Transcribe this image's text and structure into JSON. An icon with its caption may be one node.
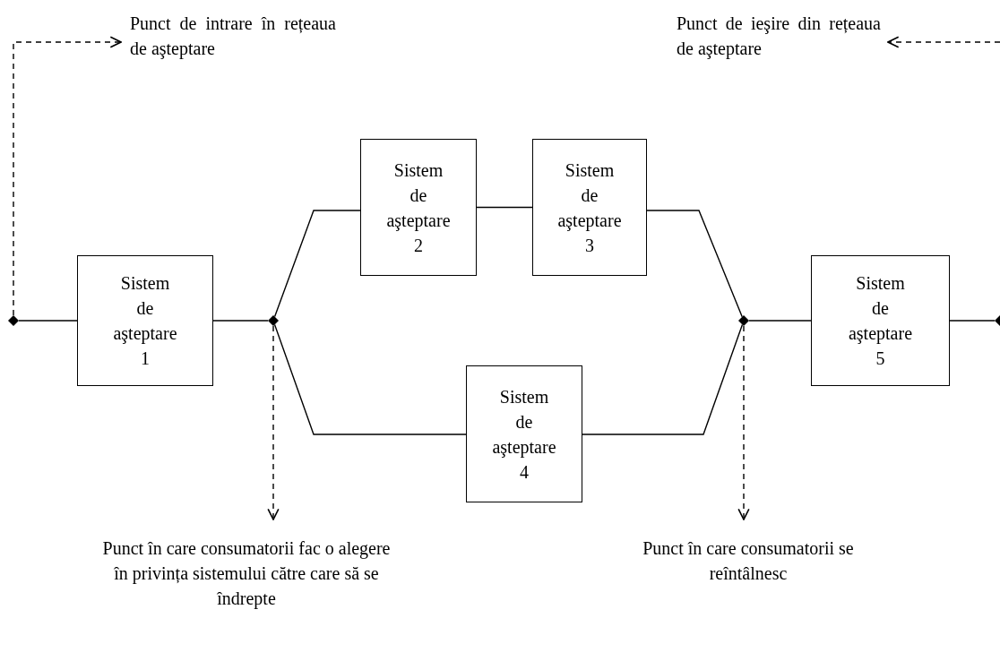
{
  "diagram": {
    "nodes": [
      {
        "text": [
          "Punct de intrare în rețeaua de aşteptare"
        ]
      },
      {
        "text": [
          "Punct de ieşire din rețeaua de aşteptare"
        ]
      },
      {
        "text": [],
        "shape": "diamond"
      },
      {
        "text": [
          "Sistem de aşteptare 1"
        ]
      },
      {
        "text": [],
        "shape": "diamond"
      },
      {
        "text": [
          "Sistem de aşteptare 2"
        ]
      },
      {
        "text": [
          "Sistem de aşteptare 3"
        ]
      },
      {
        "text": [
          "Sistem de aşteptare 4"
        ]
      },
      {
        "text": [],
        "shape": "diamond"
      },
      {
        "text": [
          "Sistem de aşteptare 5"
        ]
      },
      {
        "text": [],
        "shape": "diamond"
      },
      {
        "text": [
          "Punct în care consumatorii fac o alegere în privința sistemului către care să se îndrepte"
        ]
      },
      {
        "text": [
          "Punct în care consumatorii se reîntâlnesc"
        ]
      }
    ],
    "edges": [
      {
        "from": 2,
        "to": 0,
        "arrow": "to",
        "style": "dashed"
      },
      {
        "from": null,
        "to": 1,
        "arrow": "to",
        "style": "dashed"
      },
      {
        "from": 2,
        "to": 3,
        "arrow": "none"
      },
      {
        "from": 3,
        "to": 4,
        "arrow": "none"
      },
      {
        "from": 4,
        "to": 5,
        "arrow": "none"
      },
      {
        "from": 5,
        "to": 6,
        "arrow": "none"
      },
      {
        "from": 6,
        "to": 8,
        "arrow": "none"
      },
      {
        "from": 4,
        "to": 7,
        "arrow": "none"
      },
      {
        "from": 7,
        "to": 8,
        "arrow": "none"
      },
      {
        "from": 8,
        "to": 9,
        "arrow": "none"
      },
      {
        "from": 9,
        "to": 10,
        "arrow": "none"
      },
      {
        "from": 4,
        "to": 11,
        "arrow": "to",
        "style": "dashed"
      },
      {
        "from": 8,
        "to": 12,
        "arrow": "to",
        "style": "dashed"
      }
    ]
  }
}
